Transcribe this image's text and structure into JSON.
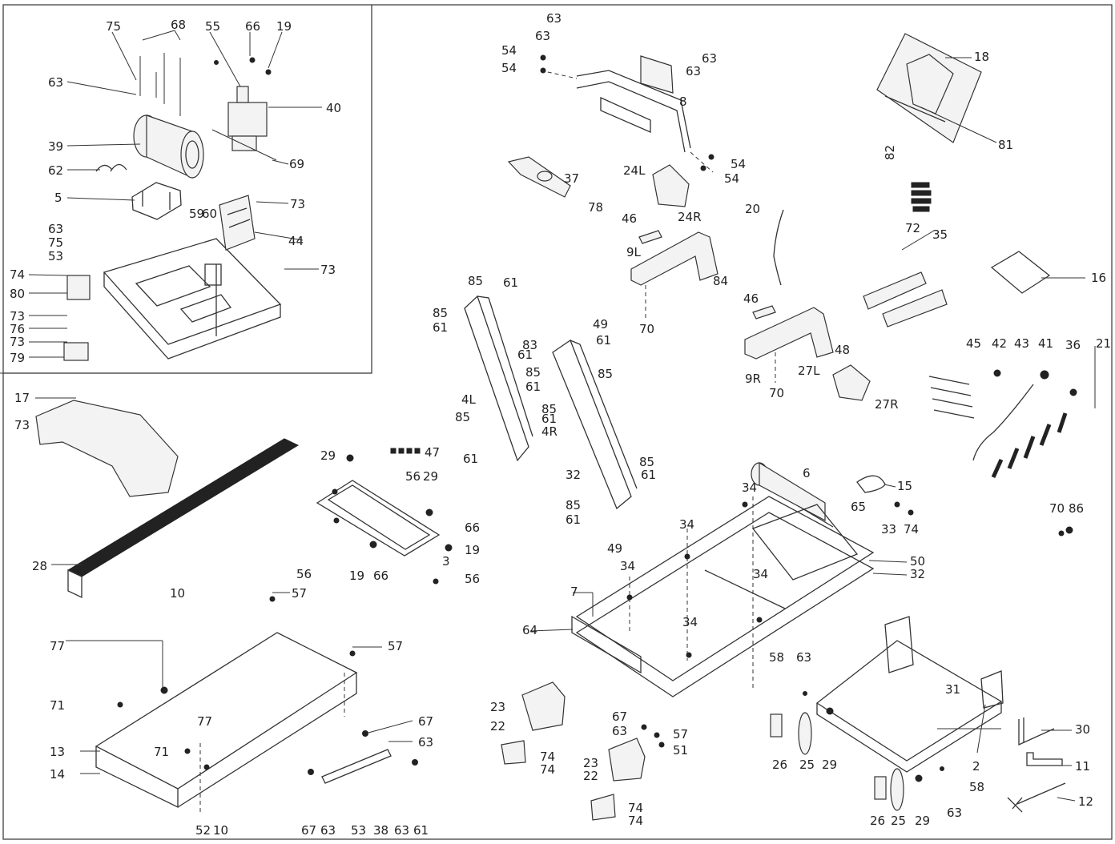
{
  "labels": {
    "l2": "2",
    "l3": "3",
    "l4L": "4L",
    "l4R": "4R",
    "l5": "5",
    "l6": "6",
    "l7": "7",
    "l8": "8",
    "l9L": "9L",
    "l9R": "9R",
    "l10": "10",
    "l11": "11",
    "l12": "12",
    "l13": "13",
    "l14": "14",
    "l15": "15",
    "l16": "16",
    "l17": "17",
    "l18": "18",
    "l19": "19",
    "l20": "20",
    "l21": "21",
    "l22": "22",
    "l23": "23",
    "l24L": "24L",
    "l24R": "24R",
    "l25": "25",
    "l26": "26",
    "l27L": "27L",
    "l27R": "27R",
    "l28": "28",
    "l29": "29",
    "l30": "30",
    "l31": "31",
    "l32": "32",
    "l33": "33",
    "l34": "34",
    "l35": "35",
    "l36": "36",
    "l37": "37",
    "l38": "38",
    "l39": "39",
    "l40": "40",
    "l41": "41",
    "l42": "42",
    "l43": "43",
    "l44": "44",
    "l45": "45",
    "l46": "46",
    "l47": "47",
    "l48": "48",
    "l49": "49",
    "l50": "50",
    "l51": "51",
    "l52": "52",
    "l53": "53",
    "l54": "54",
    "l55": "55",
    "l56": "56",
    "l57": "57",
    "l58": "58",
    "l59": "59",
    "l60": "60",
    "l61": "61",
    "l62": "62",
    "l63": "63",
    "l64": "64",
    "l65": "65",
    "l66": "66",
    "l67": "67",
    "l68": "68",
    "l69": "69",
    "l70": "70",
    "l71": "71",
    "l72": "72",
    "l73": "73",
    "l74": "74",
    "l75": "75",
    "l76": "76",
    "l77": "77",
    "l78": "78",
    "l79": "79",
    "l80": "80",
    "l81": "81",
    "l82": "82",
    "l83": "83",
    "l84": "84",
    "l85": "85",
    "l86": "86"
  }
}
